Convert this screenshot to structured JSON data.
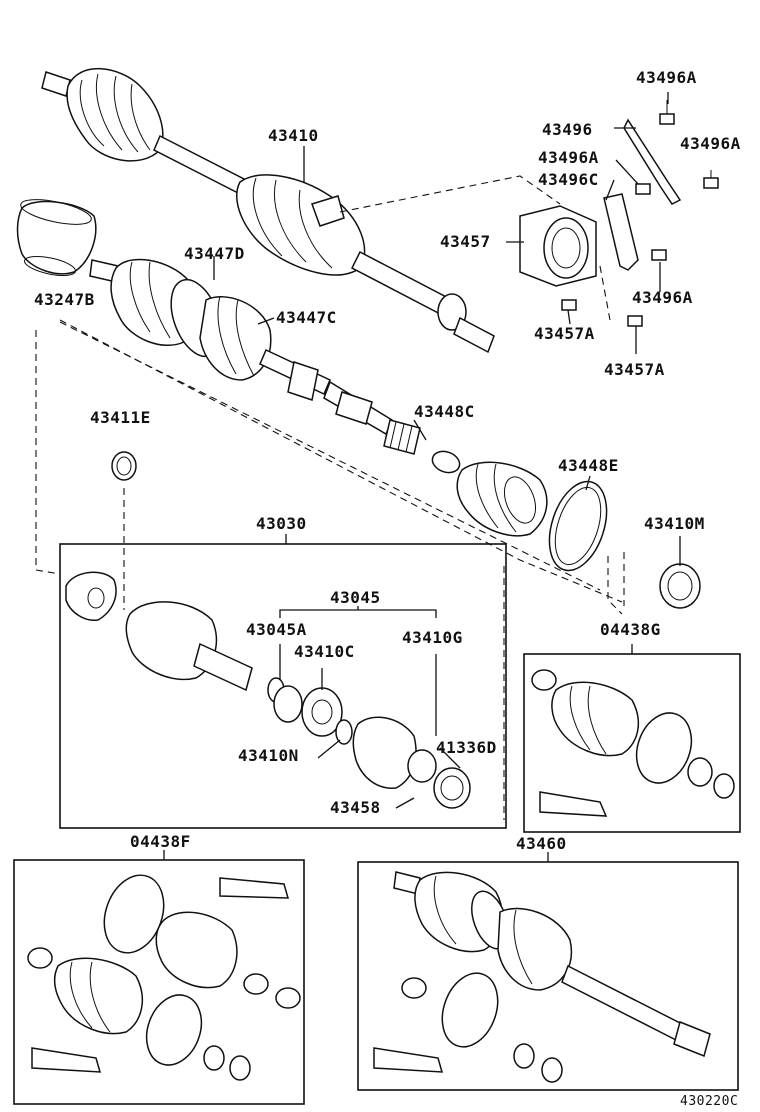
{
  "diagram": {
    "drawing_code": "430220C",
    "callouts": {
      "p43410": "43410",
      "p43496A_1": "43496A",
      "p43496": "43496",
      "p43496A_2": "43496A",
      "p43496A_3": "43496A",
      "p43496C": "43496C",
      "p43457": "43457",
      "p43496A_4": "43496A",
      "p43457A_1": "43457A",
      "p43457A_2": "43457A",
      "p43447D": "43447D",
      "p43247B": "43247B",
      "p43447C": "43447C",
      "p43411E": "43411E",
      "p43448C": "43448C",
      "p43448E": "43448E",
      "p43030": "43030",
      "p43410M": "43410M",
      "p43045": "43045",
      "p43045A": "43045A",
      "p43410C": "43410C",
      "p43410G": "43410G",
      "p04438G": "04438G",
      "p43410N": "43410N",
      "p41336D": "41336D",
      "p43458": "43458",
      "p04438F": "04438F",
      "p43460": "43460"
    }
  }
}
